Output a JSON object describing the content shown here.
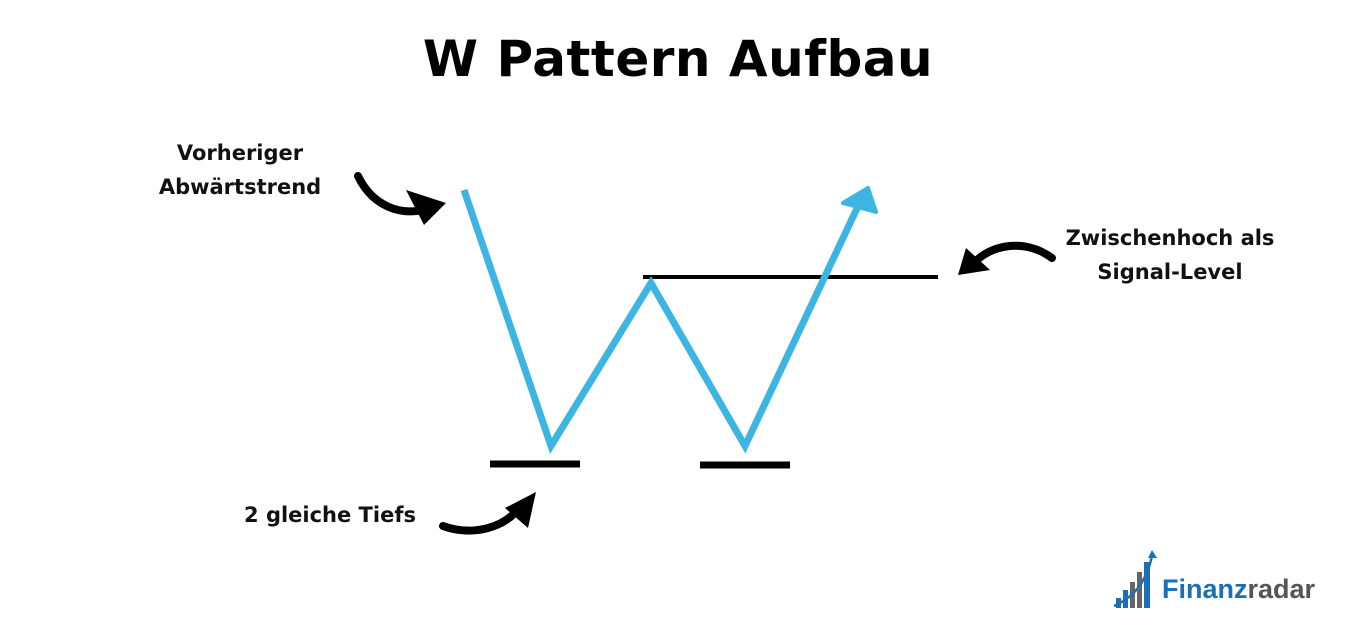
{
  "title": "W Pattern Aufbau",
  "labels": {
    "prior_trend_line1": "Vorheriger",
    "prior_trend_line2": "Abwärtstrend",
    "signal_line1": "Zwischenhoch als",
    "signal_line2": "Signal-Level",
    "lows": "2 gleiche Tiefs"
  },
  "logo": {
    "part1": "Finanz",
    "part2": "radar"
  },
  "colors": {
    "pattern": "#3db5e2",
    "ink": "#000000",
    "brand_blue": "#1a6fb5",
    "brand_gray": "#555555"
  }
}
